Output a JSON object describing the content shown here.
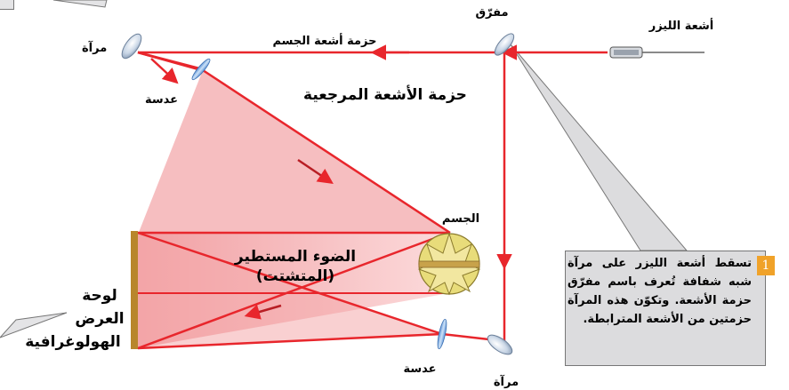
{
  "labels": {
    "laser": "أشعة الليزر",
    "splitter": "مفرّق",
    "object_beam": "حزمة أشعة الجسم",
    "mirror_top": "مرآة",
    "lens_top": "عدسة",
    "reference_beam": "حزمة الأشعة المرجعية",
    "object": "الجسم",
    "scattered_light_1": "الضوء المستطير",
    "scattered_light_2": "(المتشتت)",
    "plate_1": "لوحة",
    "plate_2": "العرض",
    "plate_3": "الهولوغرافية",
    "lens_bottom": "عدسة",
    "mirror_bottom": "مرآة"
  },
  "callout": {
    "number": "1",
    "text": "تسقط أشعة الليزر على مرآة شبه شفافة تُعرف باسم مفرّق حزمة الأشعة. وتكوّن هذه المرآة حزمتين من الأشعة المترابطة."
  },
  "colors": {
    "beam": "#e8262c",
    "beam_fill": "#f5b3b5",
    "plate": "#b8862c",
    "optics": "#8cb8e6",
    "object": "#e8dc7a",
    "callout_bg": "#dcdcde",
    "callout_number_bg": "#f0a229"
  }
}
